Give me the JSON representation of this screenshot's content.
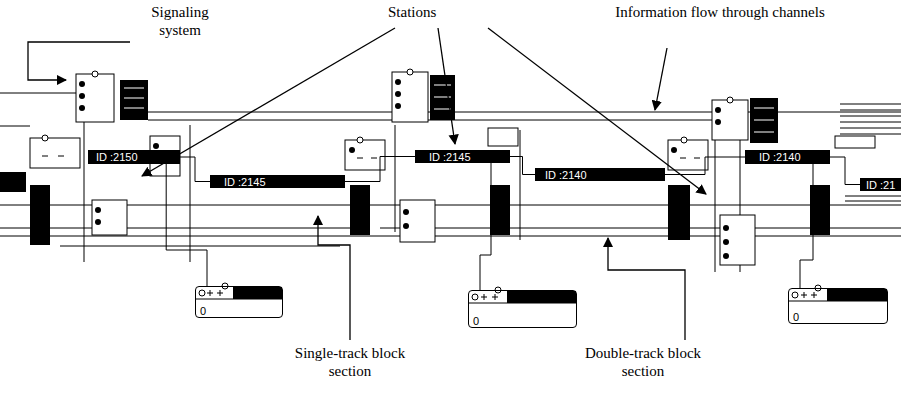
{
  "diagram": {
    "nodes": [
      {
        "text": [
          "ID :2150"
        ]
      },
      {
        "text": [
          "ID :2145"
        ]
      },
      {
        "text": [
          "0"
        ]
      },
      {
        "text": [
          "ID :2145"
        ]
      },
      {
        "text": [
          "ID :2140"
        ]
      },
      {
        "text": [
          "0"
        ]
      },
      {
        "text": [
          "ID :2140"
        ]
      },
      {
        "text": [
          "ID :21"
        ]
      },
      {
        "text": [
          "0"
        ]
      }
    ],
    "edges": [
      {
        "from": 0,
        "to": 1,
        "arrow": "none"
      },
      {
        "from": 1,
        "to": 3,
        "arrow": "none"
      },
      {
        "from": 3,
        "to": 4,
        "arrow": "none"
      },
      {
        "from": 4,
        "to": 6,
        "arrow": "none"
      },
      {
        "from": 6,
        "to": 7,
        "arrow": "none"
      },
      {
        "from": 2,
        "to": 0,
        "arrow": "none"
      },
      {
        "from": 5,
        "to": 3,
        "arrow": "none"
      },
      {
        "from": 8,
        "to": 6,
        "arrow": "none"
      }
    ],
    "labels": [
      "Signaling system",
      "Stations",
      "Information flow through channels",
      "Single-track block section",
      "Double-track block section"
    ]
  }
}
